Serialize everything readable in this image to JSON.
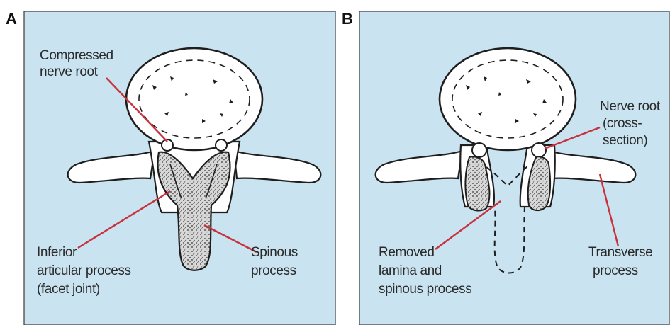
{
  "panels": [
    {
      "letter": "A",
      "labels": {
        "compressed_1": "Compressed",
        "compressed_2": "nerve root",
        "inferior_1": "Inferior",
        "inferior_2": "articular process",
        "inferior_3": "(facet joint)",
        "spinous_1": "Spinous",
        "spinous_2": "process"
      }
    },
    {
      "letter": "B",
      "labels": {
        "nerve_1": "Nerve root",
        "nerve_2": "(cross-",
        "nerve_3": "section)",
        "removed_1": "Removed",
        "removed_2": "lamina and",
        "removed_3": "spinous process",
        "transverse_1": "Transverse",
        "transverse_2": "process"
      }
    }
  ],
  "colors": {
    "panel_bg": "#c9e3f0",
    "bone": "#ffffff",
    "outline": "#1e1e1e",
    "leader": "#c8323c",
    "stipple_bg": "#d6d6d6"
  }
}
